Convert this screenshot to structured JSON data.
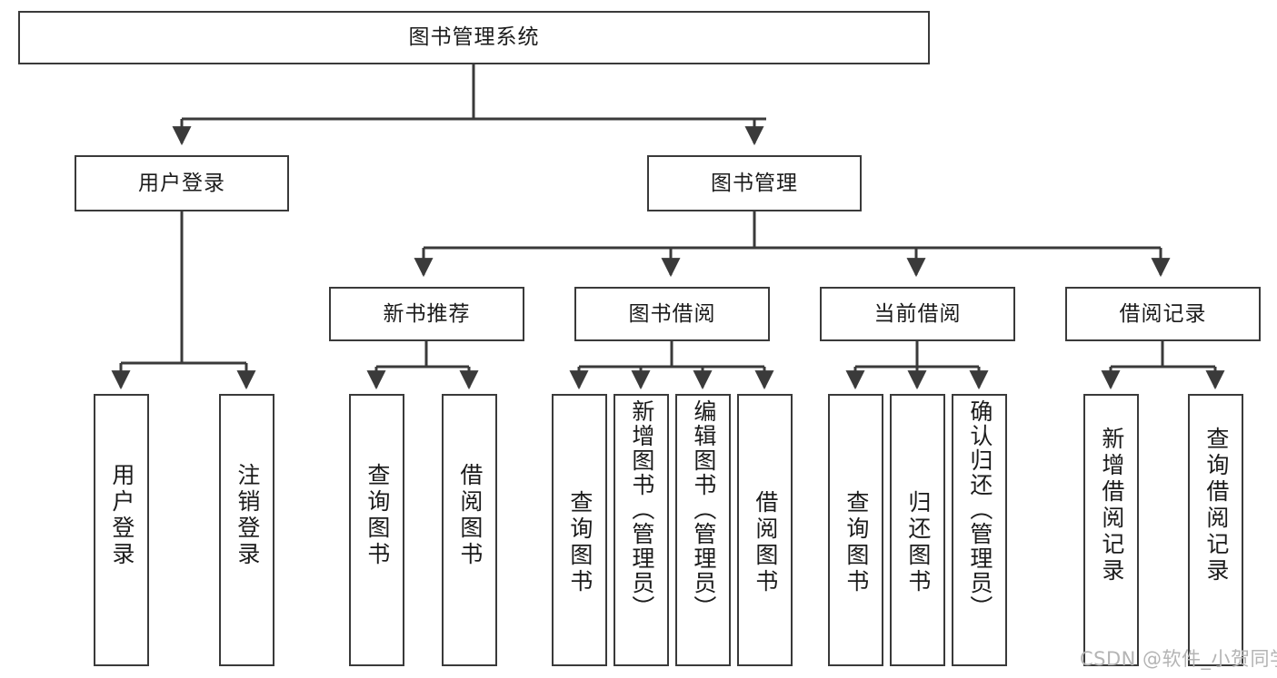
{
  "diagram": {
    "title": "图书管理系统",
    "type": "hierarchy-tree",
    "watermark": "CSDN @软件_小贺同学",
    "colors": {
      "box_border": "#3a3a3a",
      "box_fill": "#ffffff",
      "edge": "#3a3a3a",
      "text": "#1b1b1b",
      "watermark": "#b4b4b4"
    },
    "root": {
      "label": "图书管理系统"
    },
    "level2": [
      {
        "label": "用户登录"
      },
      {
        "label": "图书管理"
      }
    ],
    "level3": [
      {
        "label": "新书推荐"
      },
      {
        "label": "图书借阅"
      },
      {
        "label": "当前借阅"
      },
      {
        "label": "借阅记录"
      }
    ],
    "leaves": {
      "user_login": [
        {
          "label": "用户登录"
        },
        {
          "label": "注销登录"
        }
      ],
      "new_book": [
        {
          "label": "查询图书"
        },
        {
          "label": "借阅图书"
        }
      ],
      "book_borrow": [
        {
          "label": "查询图书"
        },
        {
          "label": "新增图书（管理员）"
        },
        {
          "label": "编辑图书（管理员）"
        },
        {
          "label": "借阅图书"
        }
      ],
      "current_borrow": [
        {
          "label": "查询图书"
        },
        {
          "label": "归还图书"
        },
        {
          "label": "确认归还（管理员）"
        }
      ],
      "borrow_record": [
        {
          "label": "新增借阅记录"
        },
        {
          "label": "查询借阅记录"
        }
      ]
    }
  }
}
